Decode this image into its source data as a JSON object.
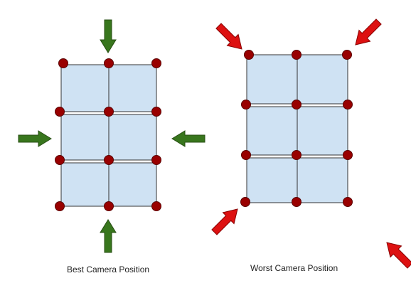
{
  "labels": {
    "best": "Best Camera Position",
    "worst": "Worst Camera Position"
  },
  "colors": {
    "cell_fill": "#cfe2f3",
    "grid_stroke": "#333333",
    "marker_fill": "#990000",
    "marker_stroke": "#5a0000",
    "best_arrow": "#38761d",
    "best_arrow_stroke": "#274e13",
    "worst_arrow": "#dd1111",
    "worst_arrow_stroke": "#880000"
  },
  "panels": [
    {
      "id": "best",
      "cols": 2,
      "rows": 3,
      "markers": 12,
      "arrow_directions": [
        "down",
        "right",
        "left",
        "up"
      ]
    },
    {
      "id": "worst",
      "cols": 2,
      "rows": 3,
      "markers": 12,
      "arrow_directions": [
        "down-right",
        "down-left",
        "up-right",
        "up-left"
      ]
    }
  ]
}
